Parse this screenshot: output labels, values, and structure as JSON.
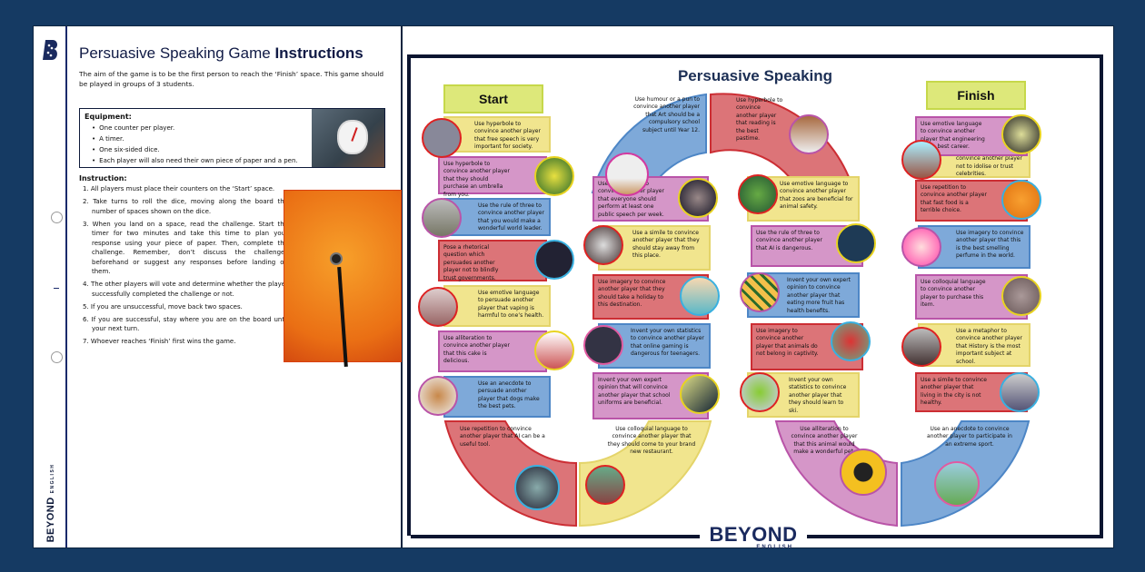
{
  "instructions_page": {
    "title_regular": "Persuasive Speaking Game ",
    "title_bold": "Instructions",
    "intro": "The aim of the game is to be the first person to reach the ‘Finish’ space. This game should be played in groups of 3 students.",
    "equipment": {
      "heading": "Equipment:",
      "items": [
        "One counter per player.",
        "A timer.",
        "One six-sided dice.",
        "Each player will also need their own piece of paper and a pen."
      ]
    },
    "instruction": {
      "heading": "Instruction:",
      "steps": [
        "1. All players must place their counters on the ‘Start’ space.",
        "2. Take turns to roll the dice, moving along the board the number of spaces shown on the dice.",
        "3. When you land on a space, read the challenge. Start the timer for two minutes and take this time to plan your response using your piece of paper. Then, complete the challenge. Remember, don’t discuss the challenges beforehand or suggest any responses before landing on them.",
        "4. The other players will vote and determine whether the player successfully completed the challenge or not.",
        "5. If you are unsuccessful, move back two spaces.",
        "6. If you are successful, stay where you are on the board until your next turn.",
        "7. Whoever reaches ‘Finish’ first wins the game."
      ]
    },
    "sidebar_brand": "BEYOND",
    "sidebar_brand_sub": "ENGLISH",
    "logo_letter": "B"
  },
  "board": {
    "title": "Persuasive Speaking",
    "start_label": "Start",
    "finish_label": "Finish",
    "brand": "BEYOND",
    "brand_sub": "ENGLISH",
    "colors": {
      "yellow": "#f1e58e",
      "purple": "#d596c8",
      "blue": "#7ea9d9",
      "red": "#dc7478",
      "label": "#dde87a",
      "navy": "#153a63"
    },
    "column1": [
      "Use hyperbole to convince another player that free speech is very important for society.",
      "Use hyperbole to convince another player that they should purchase an umbrella from you.",
      "Use the rule of three to convince another player that you would make a wonderful world leader.",
      "Pose a rhetorical question which persuades another player not to blindly trust governments.",
      "Use emotive language to persuade another player that vaping is harmful to one’s health.",
      "Use alliteration to convince another player that this cake is delicious.",
      "Use an anecdote to persuade another player that dogs make the best pets.",
      "Use repetition to convince another player that AI can be a useful tool."
    ],
    "column2": [
      "Use colloquial language to convince another player that they should come to your brand new restaurant.",
      "Invent your own expert opinion that will convince another player that school uniforms are beneficial.",
      "Invent your own statistics to convince another player that online gaming is dangerous for teenagers.",
      "Use imagery to convince another player that they should take a holiday to this destination.",
      "Use a simile to convince another player that they should stay away from this place.",
      "Use a metaphor to convince another player that everyone should perform at least one public speech per week.",
      "Use humour or a pun to convince another player that Art should be a compulsory school subject until Year 12."
    ],
    "column3": [
      "Use hyperbole to convince another player that reading is the best pastime.",
      "Use emotive language to convince another player that zoos are beneficial for animal safety.",
      "Use the rule of three to convince another player that AI is dangerous.",
      "Invent your own expert opinion to convince another player that eating more fruit has health benefits.",
      "Use imagery to convince another player that animals do not belong in captivity.",
      "Invent your own statistics to convince another player that they should learn to ski.",
      "Use alliteration to convince another player that this animal would make a wonderful pet."
    ],
    "column4": [
      "Use an anecdote to convince another player to participate in an extreme sport.",
      "Use a simile to convince another player that living in the city is not healthy.",
      "Use a metaphor to convince another player that History is the most important subject at school.",
      "Use colloquial language to convince another player to purchase this item.",
      "Use imagery to convince another player that this is the best smelling perfume in the world.",
      "Use repetition to convince another player that fast food is a terrible choice.",
      "Use an anecdote to convince another player not to idolise or trust celebrities.",
      "Use emotive language to convince another player that engineering is the best career."
    ]
  }
}
